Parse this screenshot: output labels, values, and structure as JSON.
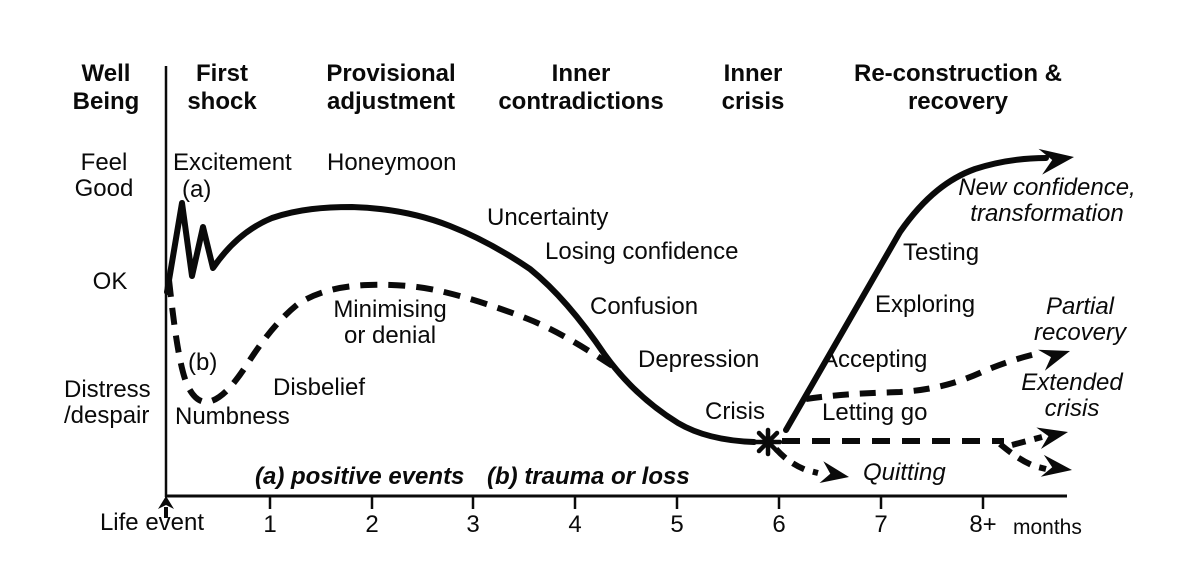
{
  "figure": {
    "background": "#ffffff",
    "ink": "#0a0a0a"
  },
  "yaxis": {
    "title": "Well Being",
    "levels": [
      {
        "id": "feel-good",
        "label": "Feel Good"
      },
      {
        "id": "ok",
        "label": "OK"
      },
      {
        "id": "distress",
        "label": "Distress /despair"
      }
    ]
  },
  "phases": [
    {
      "label": "First shock"
    },
    {
      "label": "Provisional adjustment"
    },
    {
      "label": "Inner contradictions"
    },
    {
      "label": "Inner crisis"
    },
    {
      "label": "Re-construction & recovery"
    }
  ],
  "xaxis": {
    "origin_label": "Life event",
    "ticks": [
      "1",
      "2",
      "3",
      "4",
      "5",
      "6",
      "7",
      "8+"
    ],
    "unit": "months"
  },
  "legend": {
    "a": "(a) positive events",
    "b": "(b) trauma or loss"
  },
  "curves": [
    {
      "id": "a",
      "style": "solid",
      "meaning": "positive events"
    },
    {
      "id": "b",
      "style": "dashed",
      "meaning": "trauma or loss"
    }
  ],
  "curve_labels": {
    "excitement": "Excitement",
    "marker_a": "(a)",
    "honeymoon": "Honeymoon",
    "uncertainty": "Uncertainty",
    "losing_confidence": "Losing confidence",
    "confusion": "Confusion",
    "depression": "Depression",
    "crisis": "Crisis",
    "numbness": "Numbness",
    "disbelief": "Disbelief",
    "marker_b": "(b)",
    "minimising": "Minimising or denial",
    "testing": "Testing",
    "exploring": "Exploring",
    "accepting": "Accepting",
    "letting_go": "Letting go",
    "quitting": "Quitting",
    "new_confidence": "New confidence, transformation",
    "partial_recovery": "Partial recovery",
    "extended_crisis": "Extended crisis"
  }
}
